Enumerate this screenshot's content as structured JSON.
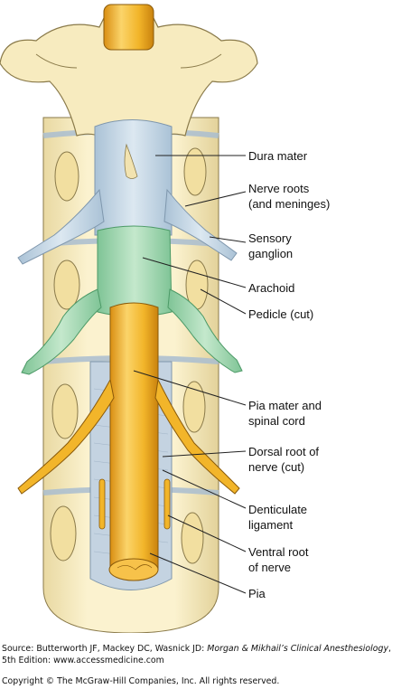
{
  "labels": [
    {
      "id": "dura",
      "text": "Dura mater"
    },
    {
      "id": "roots",
      "text": "Nerve roots\n(and meninges)"
    },
    {
      "id": "ganglion",
      "text": "Sensory\nganglion"
    },
    {
      "id": "arachoid",
      "text": "Arachoid"
    },
    {
      "id": "pedicle",
      "text": "Pedicle (cut)"
    },
    {
      "id": "pia-cord",
      "text": "Pia mater and\nspinal cord"
    },
    {
      "id": "dorsal",
      "text": "Dorsal root of\nnerve (cut)"
    },
    {
      "id": "denticulate",
      "text": "Denticulate\nligament"
    },
    {
      "id": "ventral",
      "text": "Ventral root\nof nerve"
    },
    {
      "id": "pia",
      "text": "Pia"
    }
  ],
  "caption": {
    "source_prefix": "Source: Butterworth JF, Mackey DC, Wasnick JD: ",
    "source_title": "Morgan & Mikhail’s Clinical Anesthesiology",
    "source_suffix": ",",
    "edition": "5th Edition: www.accessmedicine.com",
    "copyright": "Copyright © The McGraw-Hill Companies, Inc. All rights reserved."
  },
  "colors": {
    "bone": "#f4e7b8",
    "bone_outline": "#8a7a4a",
    "dura": "#c9d9e6",
    "arachnoid": "#a9d8b4",
    "cord": "#f2b52a",
    "leader_line": "#222222"
  }
}
